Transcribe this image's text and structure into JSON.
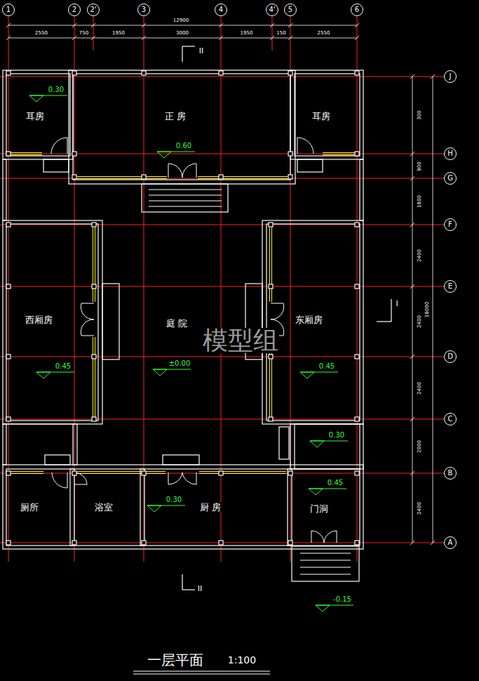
{
  "diagram": {
    "title": "一层平面",
    "nodes": [
      {
        "text": [
          "1"
        ]
      },
      {
        "text": [
          "2"
        ]
      },
      {
        "text": [
          "2'"
        ]
      },
      {
        "text": [
          "3"
        ]
      },
      {
        "text": [
          "4"
        ]
      },
      {
        "text": [
          "4'"
        ]
      },
      {
        "text": [
          "5"
        ]
      },
      {
        "text": [
          "6"
        ]
      },
      {
        "text": [
          "耳房",
          "0.30"
        ]
      },
      {
        "text": [
          "正 房",
          "0.60"
        ]
      },
      {
        "text": [
          "耳房"
        ]
      },
      {
        "text": [
          "西厢房",
          "0.45"
        ]
      },
      {
        "text": [
          "庭 院",
          "±0.00"
        ]
      },
      {
        "text": [
          "东厢房",
          "0.45"
        ]
      },
      {
        "text": [
          "厕所"
        ]
      },
      {
        "text": [
          "浴室"
        ]
      },
      {
        "text": [
          "厨 房",
          "0.30"
        ]
      },
      {
        "text": [
          "门洞",
          "0.45"
        ]
      },
      {
        "text": [
          "J"
        ]
      },
      {
        "text": [
          "H"
        ]
      },
      {
        "text": [
          "G"
        ]
      },
      {
        "text": [
          "F"
        ]
      },
      {
        "text": [
          "E"
        ]
      },
      {
        "text": [
          "D"
        ]
      },
      {
        "text": [
          "C"
        ]
      },
      {
        "text": [
          "B"
        ]
      },
      {
        "text": [
          "A"
        ]
      }
    ],
    "labels": [
      "12900",
      "2550",
      "750",
      "1950",
      "3000",
      "1950",
      "150",
      "2550",
      "300",
      "900",
      "1800",
      "2400",
      "2400",
      "2400",
      "2000",
      "2400",
      "18000",
      "0.30",
      "-0.15",
      "II",
      "II",
      "I",
      "1:100",
      "模型组"
    ]
  }
}
